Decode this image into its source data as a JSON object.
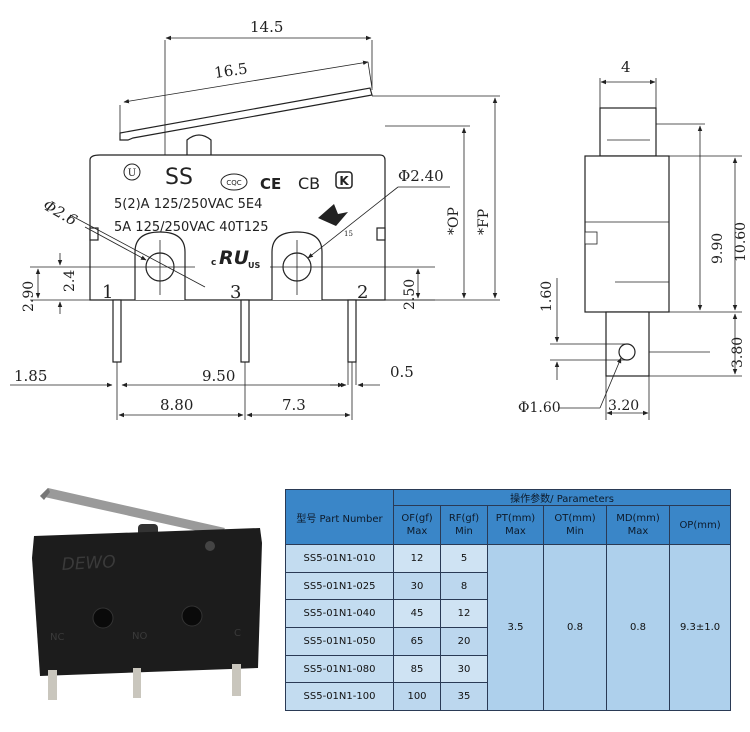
{
  "drawing": {
    "front": {
      "dim_width_body": "14.5",
      "dim_width_lever": "16.5",
      "brand": "SS",
      "line1": "5(2)A 125/250VAC 5E4",
      "line2": "5A 125/250VAC 40T125",
      "cb": "CB",
      "ce": "CE",
      "cqc": "CQC",
      "c_mark": "c",
      "us_mark": "US",
      "ul_mark": "RU",
      "num_15": "15",
      "hole_dia_left": "Φ2.6",
      "hole_dia_right": "Φ2.40",
      "op": "*OP",
      "fp": "*FP",
      "dim_2_4": "2.4",
      "dim_2_90": "2.90",
      "dim_2_50": "2.50",
      "terminal_1": "1",
      "terminal_3": "3",
      "terminal_2": "2",
      "dim_1_85": "1.85",
      "dim_9_50": "9.50",
      "dim_0_5": "0.5",
      "dim_8_80": "8.80",
      "dim_7_3": "7.3"
    },
    "side": {
      "dim_4": "4",
      "dim_9_90": "9.90",
      "dim_10_60": "10.60",
      "dim_1_60": "1.60",
      "dim_3_80": "3.80",
      "hole_dia": "Φ1.60",
      "dim_3_20": "3.20"
    }
  },
  "photo": {
    "brand": "DEWO",
    "label_nc": "NC",
    "label_no": "NO",
    "label_c": "C",
    "colors": {
      "body": "#1c1c1c",
      "lever": "#9a9a9a",
      "terminal": "#c9c6bd"
    }
  },
  "table": {
    "part_header": "型号 Part Number",
    "params_header": "操作参数/ Parameters",
    "columns": [
      {
        "name": "OF(gf)",
        "limit": "Max"
      },
      {
        "name": "RF(gf)",
        "limit": "Min"
      },
      {
        "name": "PT(mm)",
        "limit": "Max"
      },
      {
        "name": "OT(mm)",
        "limit": "Min"
      },
      {
        "name": "MD(mm)",
        "limit": "Max"
      },
      {
        "name": "OP(mm)",
        "limit": ""
      }
    ],
    "rows": [
      {
        "part": "SS5-01N1-010",
        "of": "12",
        "rf": "5"
      },
      {
        "part": "SS5-01N1-025",
        "of": "30",
        "rf": "8"
      },
      {
        "part": "SS5-01N1-040",
        "of": "45",
        "rf": "12"
      },
      {
        "part": "SS5-01N1-050",
        "of": "65",
        "rf": "20"
      },
      {
        "part": "SS5-01N1-080",
        "of": "85",
        "rf": "30"
      },
      {
        "part": "SS5-01N1-100",
        "of": "100",
        "rf": "35"
      }
    ],
    "pt": "3.5",
    "ot": "0.8",
    "md": "0.8",
    "op": "9.3±1.0",
    "colors": {
      "header": "#3a86c8",
      "cell": "#cfe3f3",
      "border": "#2a3a55"
    }
  }
}
